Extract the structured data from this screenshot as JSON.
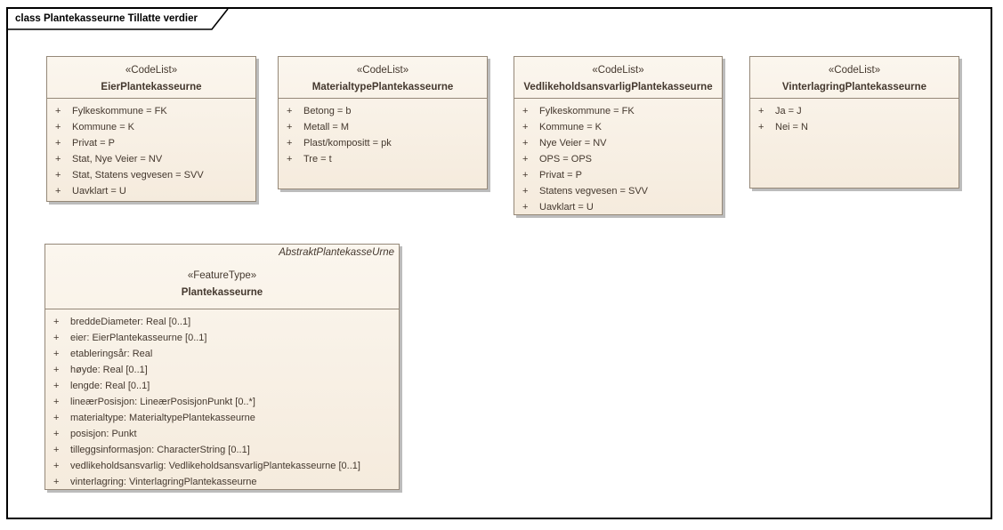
{
  "frame": {
    "tab_label": "class Plantekasseurne Tillatte verdier"
  },
  "visibility_symbol": "+",
  "colors": {
    "box_fill": "#f8f0e5",
    "box_border": "#958878",
    "text": "#44382e",
    "frame_border": "#000000",
    "shadow": "#bcbcbc",
    "background": "#ffffff"
  },
  "code_lists": [
    {
      "stereotype": "«CodeList»",
      "name": "EierPlantekasseurne",
      "attributes": [
        "Fylkeskommune = FK",
        "Kommune = K",
        "Privat = P",
        "Stat, Nye Veier = NV",
        "Stat, Statens vegvesen = SVV",
        "Uavklart = U"
      ]
    },
    {
      "stereotype": "«CodeList»",
      "name": "MaterialtypePlantekasseurne",
      "attributes": [
        "Betong = b",
        "Metall = M",
        "Plast/kompositt = pk",
        "Tre = t"
      ]
    },
    {
      "stereotype": "«CodeList»",
      "name": "VedlikeholdsansvarligPlantekasseurne",
      "attributes": [
        "Fylkeskommune = FK",
        "Kommune = K",
        "Nye Veier = NV",
        "OPS = OPS",
        "Privat = P",
        "Statens vegvesen = SVV",
        "Uavklart = U"
      ]
    },
    {
      "stereotype": "«CodeList»",
      "name": "VinterlagringPlantekasseurne",
      "attributes": [
        "Ja = J",
        "Nei = N"
      ]
    }
  ],
  "feature_type": {
    "parent": "AbstraktPlantekasseUrne",
    "stereotype": "«FeatureType»",
    "name": "Plantekasseurne",
    "attributes": [
      "breddeDiameter: Real [0..1]",
      "eier: EierPlantekasseurne [0..1]",
      "etableringsår: Real",
      "høyde: Real [0..1]",
      "lengde: Real [0..1]",
      "lineærPosisjon: LineærPosisjonPunkt [0..*]",
      "materialtype: MaterialtypePlantekasseurne",
      "posisjon: Punkt",
      "tilleggsinformasjon: CharacterString [0..1]",
      "vedlikeholdsansvarlig: VedlikeholdsansvarligPlantekasseurne [0..1]",
      "vinterlagring: VinterlagringPlantekasseurne"
    ]
  }
}
